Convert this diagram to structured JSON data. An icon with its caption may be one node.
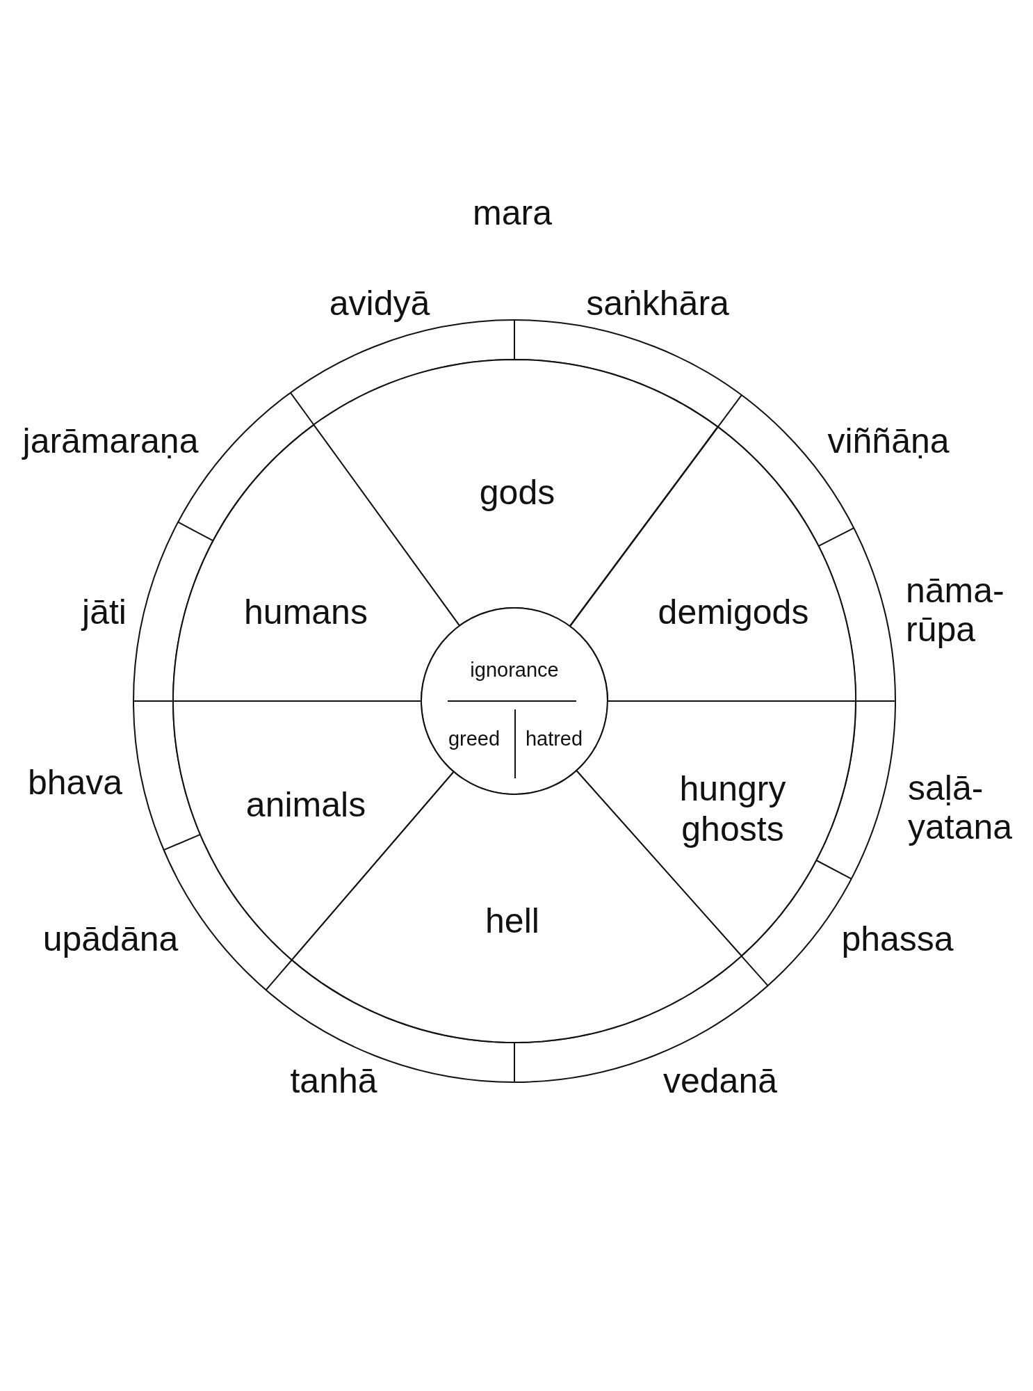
{
  "diagram": {
    "nodes": [
      {
        "text": [
          "gods"
        ]
      },
      {
        "text": [
          "humans"
        ]
      },
      {
        "text": [
          "demigods"
        ]
      },
      {
        "text": [
          "ignorance",
          "greed",
          "hatred"
        ]
      },
      {
        "text": [
          "animals"
        ]
      },
      {
        "text": [
          "hungry ghosts"
        ]
      },
      {
        "text": [
          "hell"
        ]
      }
    ],
    "labels": [
      "mara",
      "avidyā",
      "saṅkhāra",
      "jarāmaraṇa",
      "viññāṇa",
      "jāti",
      "nāma-rūpa",
      "bhava",
      "saḷā-yatana",
      "upādāna",
      "phassa",
      "tanhā",
      "vedanā"
    ]
  }
}
